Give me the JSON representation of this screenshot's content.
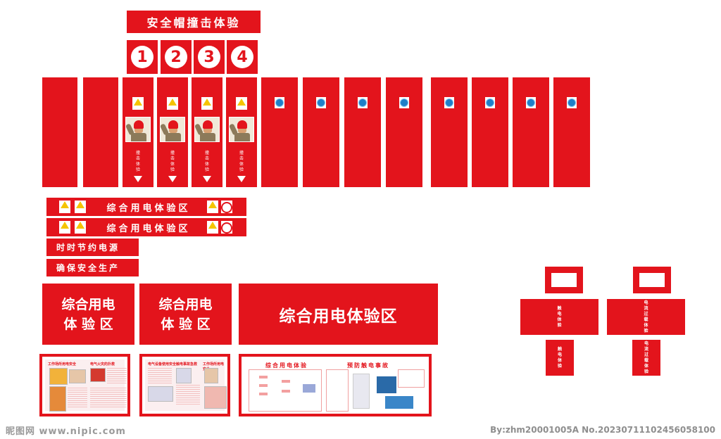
{
  "title": "安全帽撞击体验",
  "numbers": [
    "1",
    "2",
    "3",
    "4"
  ],
  "panel_vertical_label": "撞击体验",
  "strip_label": "综合用电体验区",
  "slogans": [
    "时时节约电源",
    "确保安全生产"
  ],
  "big_signs": {
    "left": {
      "line1": "综合用电",
      "line2": "体 验 区"
    },
    "middle": {
      "line1": "综合用电",
      "line2": "体 验 区"
    },
    "right": "综合用电体验区"
  },
  "board_right": {
    "heading_left": "综合用电体验",
    "heading_right": "预防触电事故"
  },
  "board_left": {
    "heading_a": "工作场所用电安全",
    "heading_b": "电气火灾的扑救"
  },
  "board_mid": {
    "heading_a": "电气设备使用安全",
    "heading_b": "触电事故急救",
    "heading_c": "工作场所用电安全"
  },
  "right_labels": {
    "touch": "触电体验",
    "overload": "电流过载体验"
  },
  "watermark": {
    "left": "昵图网 www.nipic.com",
    "right": "By:zhm20001005A No.20230711102456058100"
  },
  "colors": {
    "primary_red": "#e3141c",
    "white": "#ffffff"
  }
}
